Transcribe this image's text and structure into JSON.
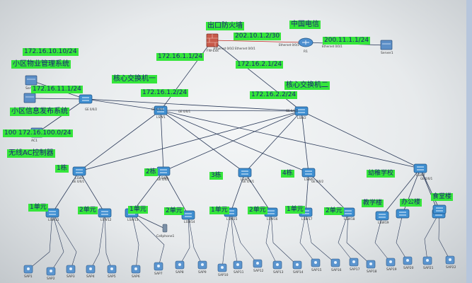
{
  "labels": {
    "exit_firewall": "出口防火墙",
    "china_telecom": "中国电信",
    "ip_fw": "202.10.1.2/30",
    "ip_isp": "200.11.1.1/24",
    "ip_mgmt_net": "172.16.10.10/24",
    "property_mgmt": "小区物业管理系统",
    "ip_fw_core1": "172.16.1.1/24",
    "ip_fw_core2": "172.16.2.1/24",
    "core_switch_1": "核心交换机一",
    "core_switch_2": "核心交换机二",
    "ip_mgmt_core": "172.16.11.1/24",
    "ip_core1": "172.16.1.2/24",
    "ip_core2": "172.16.2.2/24",
    "info_publish": "小区信息发布系统",
    "ip_wlan": "100 172.16.100.0/24",
    "wireless_ac": "无线AC控制器",
    "bldg1": "1栋",
    "bldg2": "2栋",
    "bldg3": "3栋",
    "bldg4": "4栋",
    "bldg_school": "幼稚学校",
    "unit1_a": "1单元",
    "unit2_a": "2单元",
    "unit1_b": "1单元",
    "unit2_b": "2单元",
    "unit1_c": "1单元",
    "unit2_c": "2单元",
    "unit1_d": "1单元",
    "unit2_d": "2单元",
    "teaching_bldg": "教学楼",
    "office_bldg": "办公楼",
    "canteen": "食堂楼"
  },
  "devices": {
    "firewall": "FW-Exit",
    "router": "R1",
    "server": "Server1",
    "mgmt_server": "Server1",
    "core1": "LSW1",
    "core2": "LSW2",
    "ac": "AC1",
    "access": [
      "LSW3",
      "LSW4",
      "LSW5",
      "LSW6",
      "LSW7"
    ],
    "unit_switches": [
      "LSW11",
      "LSW12",
      "LSW13",
      "LSW14",
      "LSW15",
      "LSW16",
      "LSW17",
      "LSW18",
      "LSW19"
    ],
    "phone": "Cellphone1",
    "ap_prefix": "SAP"
  },
  "ports": {
    "e1": "Ethernet 0/0/1",
    "e2": "Ethernet 0/0/2",
    "ge1": "GE 0/0/1",
    "ge2": "GE 0/0/2"
  },
  "colors": {
    "label_bg": "#35e63b",
    "label_text": "#1d1d7a",
    "link": "#2c3b5a",
    "link_red": "#c0281e"
  }
}
